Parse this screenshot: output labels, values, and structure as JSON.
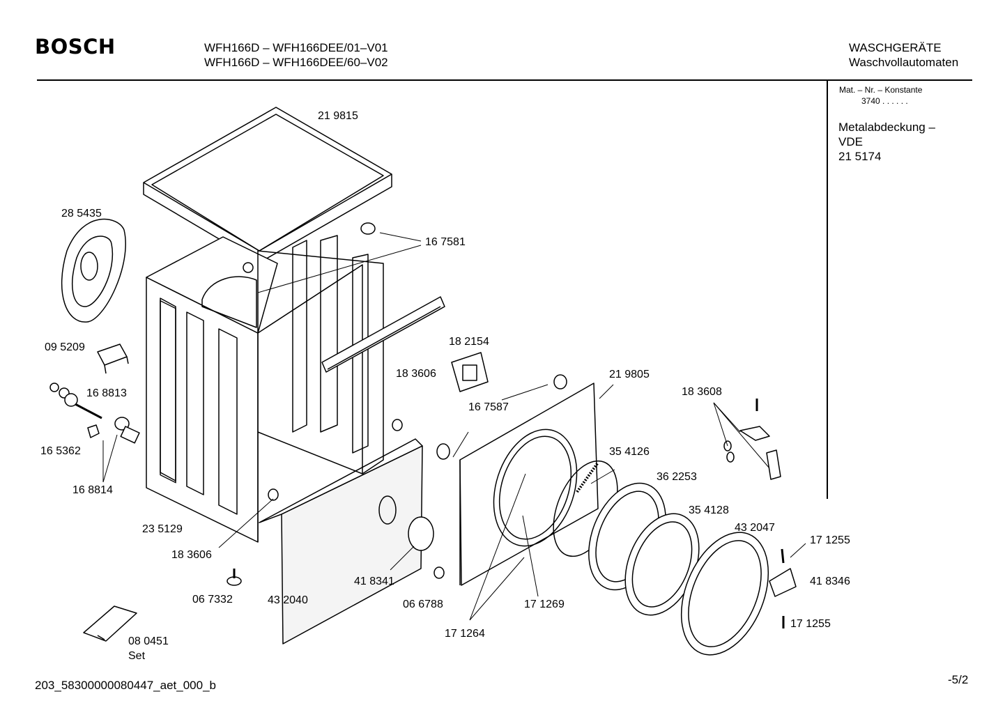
{
  "header": {
    "brand": "BOSCH",
    "model_line1": "WFH166D – WFH166DEE/01–V01",
    "model_line2": "WFH166D – WFH166DEE/60–V02",
    "category_line1": "WASCHGERÄTE",
    "category_line2": "Waschvollautomaten"
  },
  "sidebar": {
    "mat_label": "Mat. – Nr. – Konstante",
    "mat_value": "3740  .  .    .  .  .  .",
    "note_line1": "Metalabdeckung –",
    "note_line2": "VDE",
    "note_line3": "21 5174"
  },
  "parts": [
    {
      "label": "21 9815"
    },
    {
      "label": "28 5435"
    },
    {
      "label": "16 7581"
    },
    {
      "label": "09 5209"
    },
    {
      "label": "16 8813"
    },
    {
      "label": "16 5362"
    },
    {
      "label": "16 8814"
    },
    {
      "label": "18 2154"
    },
    {
      "label": "18 3606"
    },
    {
      "label": "21 9805"
    },
    {
      "label": "18 3608"
    },
    {
      "label": "16 7587"
    },
    {
      "label": "35 4126"
    },
    {
      "label": "36 2253"
    },
    {
      "label": "35 4128"
    },
    {
      "label": "43 2047"
    },
    {
      "label": "17 1255"
    },
    {
      "label": "41 8346"
    },
    {
      "label": "17 1255"
    },
    {
      "label": "23 5129"
    },
    {
      "label": "18 3606"
    },
    {
      "label": "06 7332"
    },
    {
      "label": "43 2040"
    },
    {
      "label": "41 8341"
    },
    {
      "label": "06 6788"
    },
    {
      "label": "17 1269"
    },
    {
      "label": "17 1264"
    },
    {
      "label": "08 0451"
    },
    {
      "label": "Set"
    }
  ],
  "footer": {
    "doc_id": "203_58300000080447_aet_000_b",
    "page": "-5/2"
  }
}
